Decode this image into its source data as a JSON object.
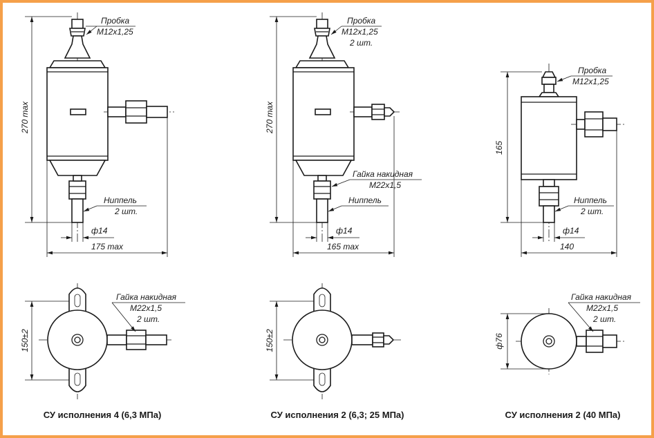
{
  "accent_color": "#f5a04a",
  "variants": [
    {
      "caption": "СУ исполнения 4 (6,3 МПа)",
      "top_label_1": "Пробка",
      "top_label_2": "М12х1,25",
      "nipple_label_1": "Ниппель",
      "nipple_label_2": "2 шт.",
      "dim_height": "270 max",
      "dim_diameter": "ф14",
      "dim_width": "175 max",
      "nut_label_1": "Гайка накидная",
      "nut_label_2": "М22х1,5",
      "nut_label_3": "2 шт.",
      "dim_plan": "150±2"
    },
    {
      "caption": "СУ исполнения 2 (6,3; 25 МПа)",
      "top_label_1": "Пробка",
      "top_label_2": "М12х1,25",
      "top_label_3": "2 шт.",
      "mid_nut_label_1": "Гайка накидная",
      "mid_nut_label_2": "М22х1,5",
      "nipple_label_1": "Ниппель",
      "dim_height": "270 max",
      "dim_diameter": "ф14",
      "dim_width": "165 max",
      "dim_plan": "150±2"
    },
    {
      "caption": "СУ исполнения 2 (40 МПа)",
      "top_label_1": "Пробка",
      "top_label_2": "М12х1,25",
      "nipple_label_1": "Ниппель",
      "nipple_label_2": "2 шт.",
      "dim_height": "165",
      "dim_diameter": "ф14",
      "dim_width": "140",
      "nut_label_1": "Гайка накидная",
      "nut_label_2": "М22х1,5",
      "nut_label_3": "2 шт.",
      "dim_plan": "ф76"
    }
  ]
}
